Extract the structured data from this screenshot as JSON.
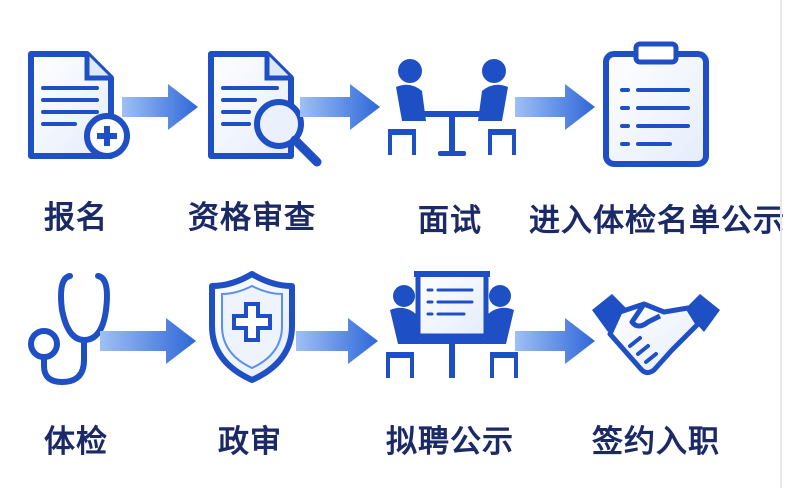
{
  "title": "招聘流程",
  "steps": [
    {
      "label": "报名",
      "icon": "document-add-icon"
    },
    {
      "label": "资格审查",
      "icon": "document-search-icon"
    },
    {
      "label": "面试",
      "icon": "interview-icon"
    },
    {
      "label": "进入体检名单公示",
      "icon": "clipboard-list-icon"
    },
    {
      "label": "体检",
      "icon": "stethoscope-icon"
    },
    {
      "label": "政审",
      "icon": "shield-cross-icon"
    },
    {
      "label": "拟聘公示",
      "icon": "presentation-meeting-icon"
    },
    {
      "label": "签约入职",
      "icon": "handshake-icon"
    }
  ],
  "colors": {
    "primary": "#1f4fc4",
    "light": "#5b8ff0",
    "text": "#1b2a66"
  }
}
